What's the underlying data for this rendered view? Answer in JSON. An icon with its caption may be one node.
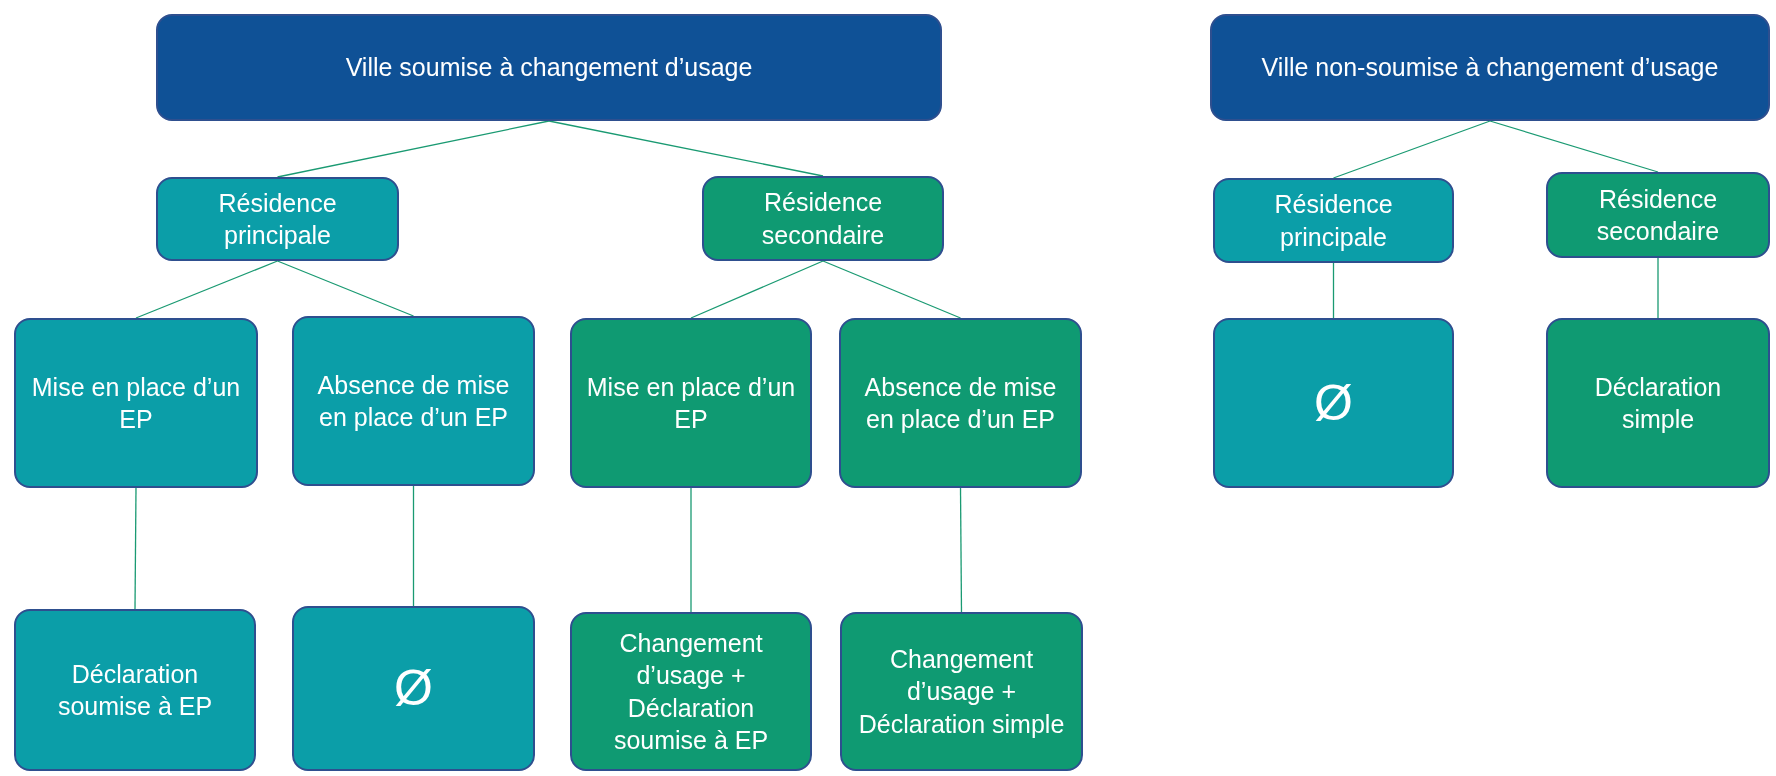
{
  "diagram": {
    "nodes": [
      {
        "text": [
          "Ville soumise à changement d’usage"
        ]
      },
      {
        "text": [
          "Résidence principale"
        ]
      },
      {
        "text": [
          "Résidence secondaire"
        ]
      },
      {
        "text": [
          "Mise en place d’un EP"
        ]
      },
      {
        "text": [
          "Absence de mise en place d’un EP"
        ]
      },
      {
        "text": [
          "Mise en place d’un EP"
        ]
      },
      {
        "text": [
          "Absence de mise en place d’un EP"
        ]
      },
      {
        "text": [
          "Déclaration soumise à EP"
        ]
      },
      {
        "text": [
          "Ø"
        ]
      },
      {
        "text": [
          "Changement d’usage + Déclaration soumise à EP"
        ]
      },
      {
        "text": [
          "Changement d’usage + Déclaration simple"
        ]
      },
      {
        "text": [
          "Ville non-soumise à changement d’usage"
        ]
      },
      {
        "text": [
          "Résidence principale"
        ]
      },
      {
        "text": [
          "Résidence secondaire"
        ]
      },
      {
        "text": [
          "Ø"
        ]
      },
      {
        "text": [
          "Déclaration simple"
        ]
      }
    ],
    "edges": [
      {
        "from": 0,
        "to": 1,
        "arrow": "none"
      },
      {
        "from": 0,
        "to": 2,
        "arrow": "none"
      },
      {
        "from": 1,
        "to": 3,
        "arrow": "none"
      },
      {
        "from": 1,
        "to": 4,
        "arrow": "none"
      },
      {
        "from": 2,
        "to": 5,
        "arrow": "none"
      },
      {
        "from": 2,
        "to": 6,
        "arrow": "none"
      },
      {
        "from": 3,
        "to": 7,
        "arrow": "none"
      },
      {
        "from": 4,
        "to": 8,
        "arrow": "none"
      },
      {
        "from": 5,
        "to": 9,
        "arrow": "none"
      },
      {
        "from": 6,
        "to": 10,
        "arrow": "none"
      },
      {
        "from": 11,
        "to": 12,
        "arrow": "none"
      },
      {
        "from": 11,
        "to": 13,
        "arrow": "none"
      },
      {
        "from": 12,
        "to": 14,
        "arrow": "none"
      },
      {
        "from": 13,
        "to": 15,
        "arrow": "none"
      }
    ]
  }
}
